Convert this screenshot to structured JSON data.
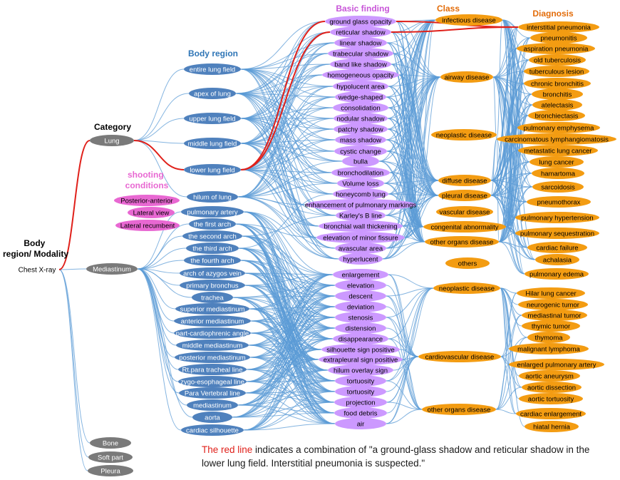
{
  "headers": {
    "body_region_modality": "Body region/ Modality",
    "category": "Category",
    "body_region": "Body region",
    "shooting_conditions": "shooting conditions",
    "basic_finding": "Basic finding",
    "class": "Class",
    "diagnosis": "Diagnosis"
  },
  "modality": "Chest X-ray",
  "categories": [
    "Lung",
    "Mediastinum",
    "Bone",
    "Soft part",
    "Pleura"
  ],
  "shooting_conditions": [
    "Posterior-anterior",
    "Lateral view",
    "Lateral recumbent"
  ],
  "lung_regions": [
    "entire lung field",
    "apex of lung",
    "upper lung field",
    "middle lung field",
    "lower lung field",
    "hilum of lung"
  ],
  "mediastinum_regions": [
    "pulmonary artery",
    "the first arch",
    "the second arch",
    "the third arch",
    "the fourth arch",
    "arch of azygos vein",
    "primary bronchus",
    "trachea",
    "superior mediastinum",
    "anterior mediastinum",
    "part-cardiophrenic angle",
    "middle mediastinum",
    "posterior mediastinum",
    "Rt.para tracheal line",
    "zygo-esophageal line",
    "Para Vertebral line",
    "mediastinum",
    "aorta",
    "cardiac silhouette"
  ],
  "lung_findings": [
    "ground glass opacity",
    "reticular shadow",
    "linear shadow",
    "trabecular shadow",
    "band like shadow",
    "homogeneous opacity",
    "hypolucent area",
    "wedge-shaped",
    "consolidation",
    "nodular shadow",
    "patchy shadow",
    "mass shadow",
    "cystic change",
    "bulla",
    "bronchodilation",
    "Volume loss",
    "honeycomb lung",
    "enhancement of pulmonary markings",
    "Karley's B line",
    "bronchial wall thickening",
    "elevation of minor fissure",
    "avascular area",
    "hyperlucent"
  ],
  "mediastinum_findings": [
    "enlargement",
    "elevation",
    "descent",
    "deviation",
    "stenosis",
    "distension",
    "disappearance",
    "silhouette sign positive",
    "extrapleural sign positive",
    "hilum overlay sign",
    "tortuosity",
    "tortuosity",
    "projection",
    "food debris",
    "air"
  ],
  "lung_classes": [
    "infectious disease",
    "airway disease",
    "neoplastic disease",
    "diffuse disease",
    "pleural disease",
    "vascular disease",
    "congenital abnormality",
    "other organs disease",
    "others"
  ],
  "mediastinum_classes": [
    "neoplastic disease",
    "cardiovascular disease",
    "other organs disease"
  ],
  "lung_diagnoses": [
    "interstitial pneumonia",
    "pneumonitis",
    "aspiration pneumonia",
    "old tuberculosis",
    "tuberculous lesion",
    "chronic bronchitis",
    "bronchitis",
    "atelectasis",
    "bronchiectasis",
    "pulmonary emphysema",
    "carcinomatous lymphangiomatosis",
    "metastatic lung cancer",
    "lung cancer",
    "hamartoma",
    "sarcoidosis",
    "pneumothorax",
    "pulmonary hypertension",
    "pulmonary sequestration",
    "cardiac failure",
    "achalasia",
    "pulmonary edema"
  ],
  "mediastinum_diagnoses": [
    "Hilar lung cancer",
    "neurogenic tumor",
    "mediastinal tumor",
    "thymic tumor",
    "thymoma",
    "malignant lymphoma",
    "enlarged pulmonary artery",
    "aortic aneurysm",
    "aortic dissection",
    "aortic tortuosity",
    "cardiac enlargement",
    "hiatal hernia"
  ],
  "caption": {
    "lead": "The red line",
    "rest": " indicates a combination  of \"a ground-glass shadow and reticular shadow in the lower  lung field. Interstitial pneumonia  is suspected.\""
  },
  "highlighted_path": [
    "Chest X-ray",
    "Lung",
    "lower lung field",
    "ground glass opacity",
    "reticular shadow",
    "interstitial pneumonia"
  ],
  "colors": {
    "gray_node": "#7a7a7a",
    "blue_node": "#4f81bd",
    "pink_node": "#e868d2",
    "purple_node": "#cc99ff",
    "orange_node": "#f39c12",
    "edge": "#5b9bd5",
    "highlight_edge": "#e0201a",
    "header_blue": "#2e75b6",
    "header_orange": "#e36c09",
    "header_purple": "#c855d8",
    "header_pink": "#e868d2"
  }
}
